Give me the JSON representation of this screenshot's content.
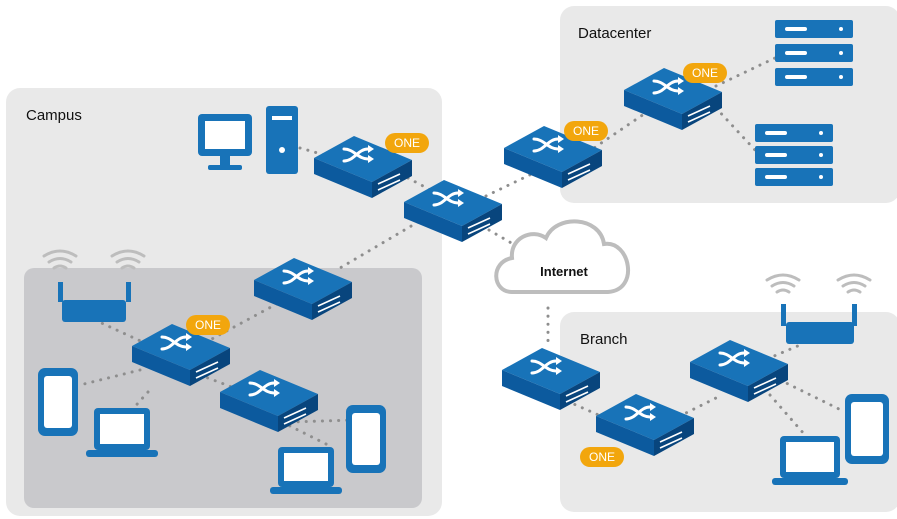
{
  "zones": {
    "campus": "Campus",
    "datacenter": "Datacenter",
    "branch": "Branch"
  },
  "cloud": {
    "label": "Internet"
  },
  "badge": {
    "label": "ONE"
  },
  "colors": {
    "switch_top": "#1873b8",
    "switch_front": "#0a4f8f",
    "device_blue": "#1873b8",
    "badge": "#f2a60d",
    "zone_bg": "#e9e9e9",
    "inner_zone_bg": "#c9c9cc",
    "link_dots": "#8e8e8e"
  },
  "icons": [
    "switch-icon",
    "desktop-computer-icon",
    "server-icon",
    "wireless-access-point-icon",
    "tablet-icon",
    "laptop-icon",
    "cloud-icon"
  ]
}
